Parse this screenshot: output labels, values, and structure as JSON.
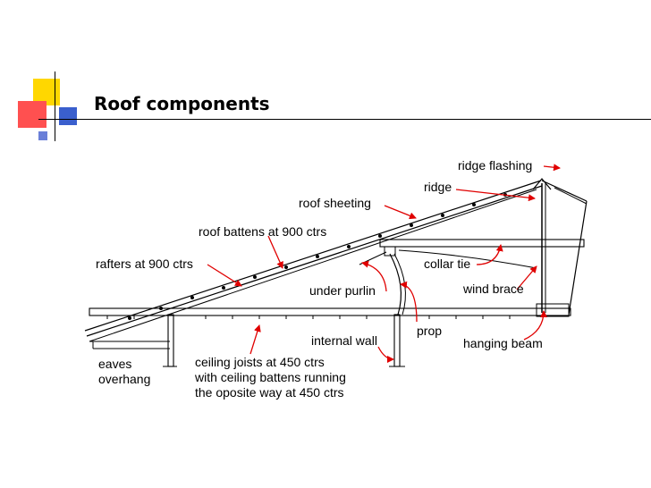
{
  "title": "Roof components",
  "colors": {
    "accent_yellow": "#FFD700",
    "accent_red": "#FF5050",
    "accent_blue": "#3A5FCD",
    "arrow": "#E00000"
  },
  "labels": {
    "ridge_flashing": "ridge flashing",
    "ridge": "ridge",
    "roof_sheeting": "roof sheeting",
    "roof_battens": "roof battens at 900 ctrs",
    "rafters": "rafters at 900 ctrs",
    "collar_tie": "collar tie",
    "under_purlin": "under purlin",
    "wind_brace": "wind brace",
    "prop": "prop",
    "internal_wall": "internal wall",
    "hanging_beam": "hanging beam",
    "eaves_line1": "eaves",
    "eaves_line2": "overhang",
    "ceiling_line1": "ceiling joists at 450 ctrs",
    "ceiling_line2": "with ceiling battens running",
    "ceiling_line3": "the oposite way at 450 ctrs"
  }
}
